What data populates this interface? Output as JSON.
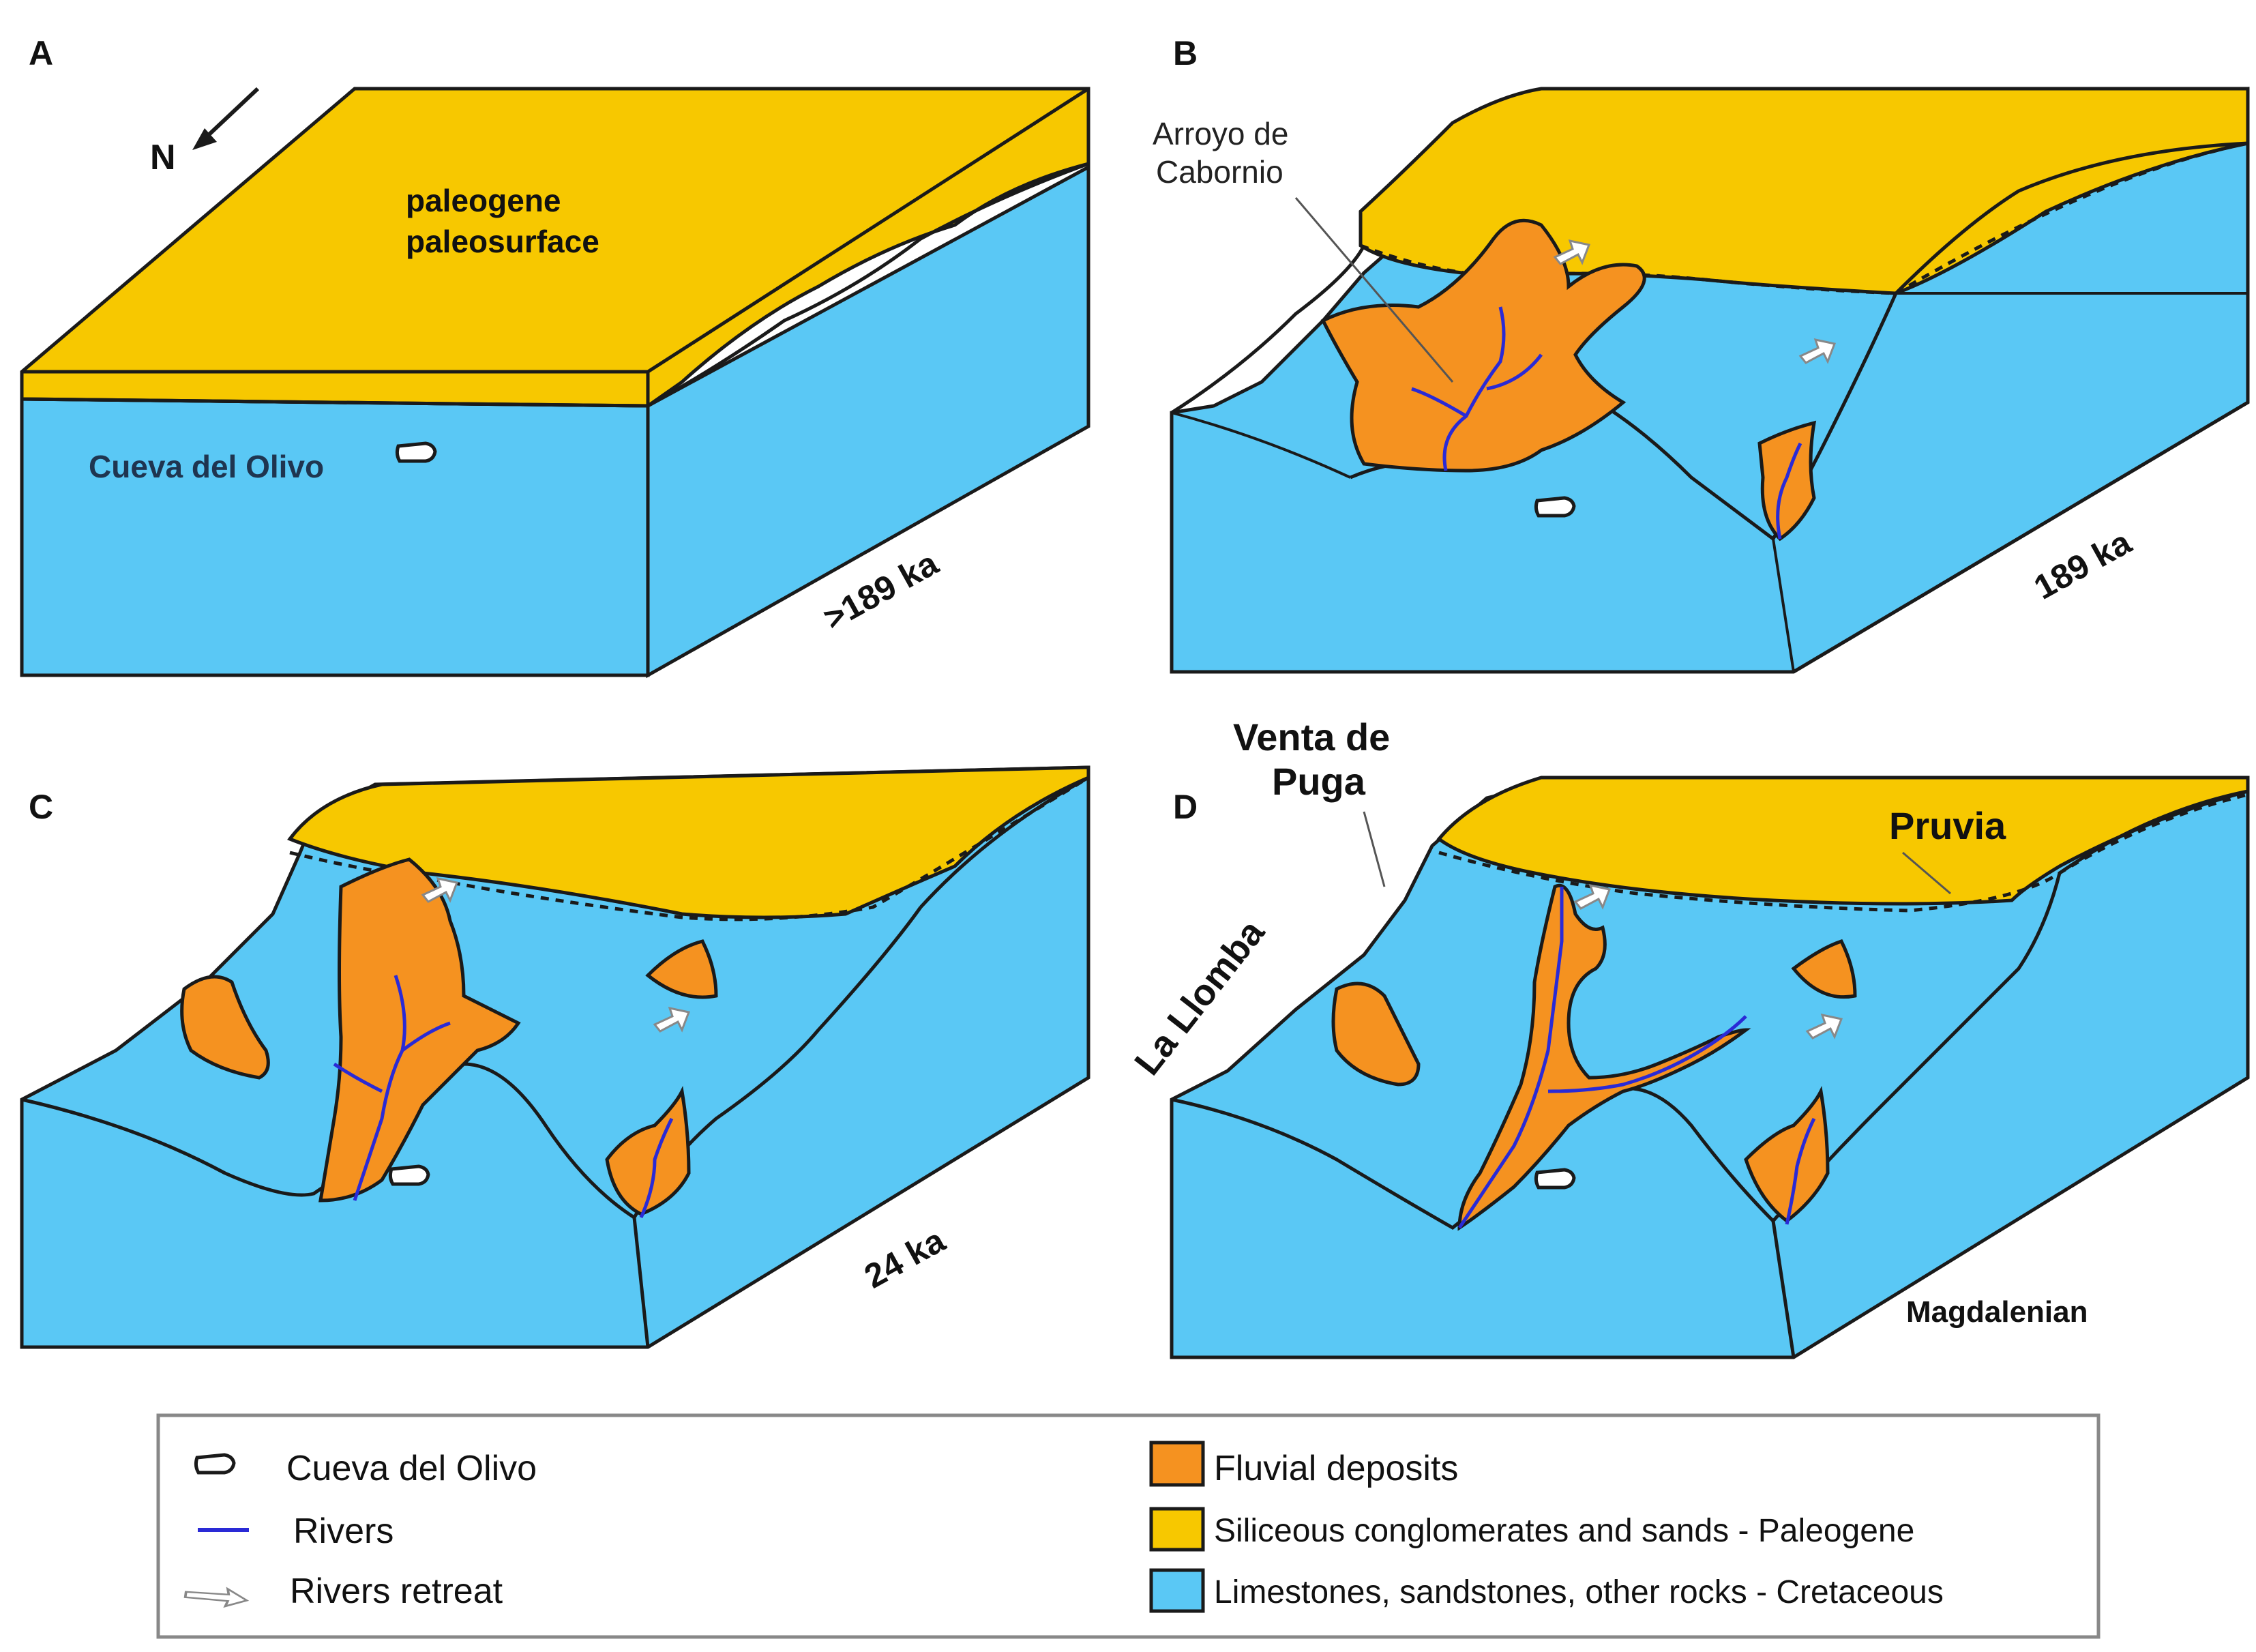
{
  "colors": {
    "limestone": "#5ac8f5",
    "paleogene": "#f7c800",
    "fluvial": "#f59220",
    "river": "#2a2ad6",
    "outline": "#1a1a1a"
  },
  "panels": {
    "a": {
      "letter": "A",
      "age": ">189 ka",
      "north": "N",
      "surface_line1": "paleogene",
      "surface_line2": "paleosurface",
      "cave": "Cueva del Olivo"
    },
    "b": {
      "letter": "B",
      "age": "189 ka",
      "place_line1": "Arroyo de",
      "place_line2": "Cabornio"
    },
    "c": {
      "letter": "C",
      "age": "24 ka"
    },
    "d": {
      "letter": "D",
      "age": "Magdalenian",
      "place1_line1": "Venta de",
      "place1_line2": "Puga",
      "place2": "Pruvia",
      "place3": "La Llomba"
    }
  },
  "legend": {
    "cave": {
      "label": "Cueva  del Olivo",
      "icon": "cave-icon"
    },
    "rivers": {
      "label": "Rivers",
      "icon": "river-line-icon"
    },
    "retreat": {
      "label": "Rivers retreat",
      "icon": "retreat-arrow-icon"
    },
    "fluvial": {
      "label": "Fluvial deposits",
      "icon": "orange-swatch"
    },
    "paleogene": {
      "label": "Siliceous conglomerates and sands - Paleogene",
      "icon": "yellow-swatch"
    },
    "cretaceous": {
      "label": "Limestones, sandstones, other rocks - Cretaceous",
      "icon": "blue-swatch"
    }
  }
}
